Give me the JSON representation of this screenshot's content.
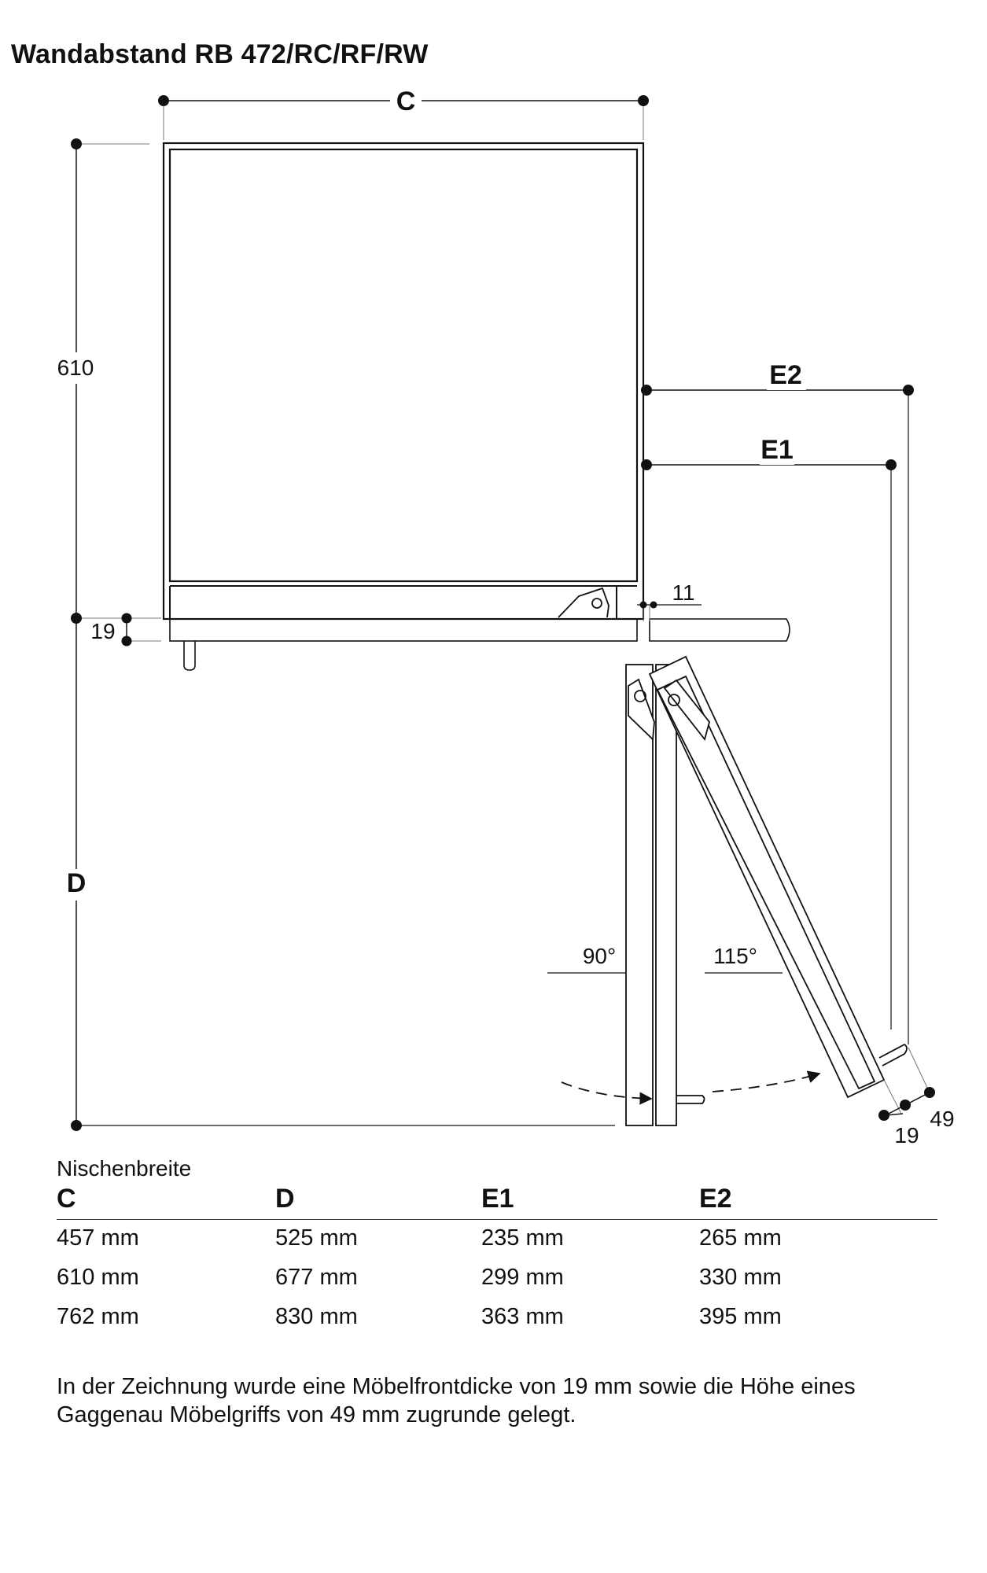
{
  "title": "Wandabstand RB 472/RC/RF/RW",
  "labels": {
    "c": "C",
    "d": "D",
    "e1": "E1",
    "e2": "E2",
    "h610": "610",
    "h19": "19",
    "gap11": "11",
    "angle90": "90°",
    "angle115": "115°",
    "front19": "19",
    "handle49": "49"
  },
  "table": {
    "caption": "Nischenbreite",
    "headers": [
      "C",
      "D",
      "E1",
      "E2"
    ],
    "rows": [
      [
        "457 mm",
        "525 mm",
        "235 mm",
        "265 mm"
      ],
      [
        "610 mm",
        "677 mm",
        "299 mm",
        "330 mm"
      ],
      [
        "762 mm",
        "830 mm",
        "363 mm",
        "395 mm"
      ]
    ]
  },
  "footnote": "In der Zeichnung wurde eine Möbelfrontdicke von 19 mm sowie die Höhe eines Gaggenau Möbelgriffs von 49 mm zugrunde gelegt."
}
